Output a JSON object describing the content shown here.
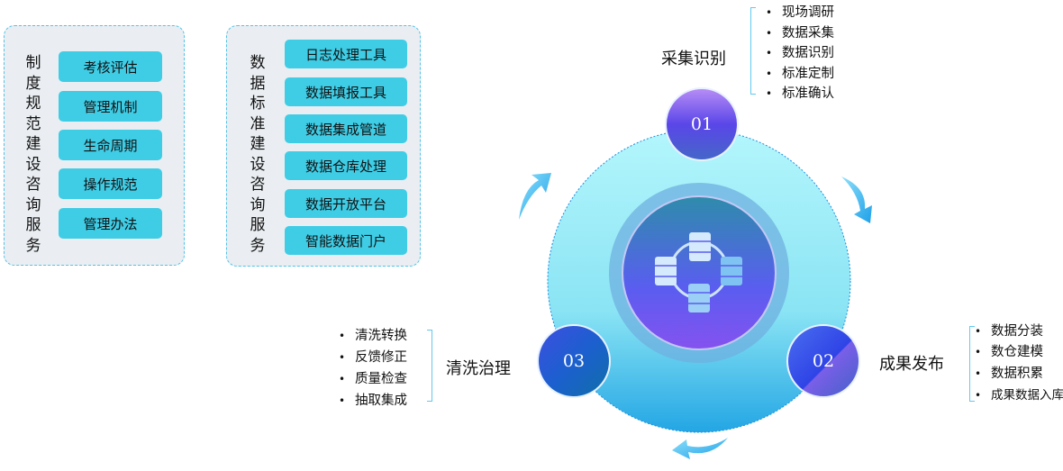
{
  "panel_left": {
    "title": "制度规范建设咨询服务",
    "items": [
      "考核评估",
      "管理机制",
      "生命周期",
      "操作规范",
      "管理办法"
    ]
  },
  "panel_right": {
    "title": "数据标准建设咨询服务",
    "items": [
      "日志处理工具",
      "数据填报工具",
      "数据集成管道",
      "数据仓库处理",
      "数据开放平台",
      "智能数据门户"
    ]
  },
  "stages": [
    {
      "number": "01",
      "label": "采集识别",
      "items": [
        "现场调研",
        "数据采集",
        "数据识别",
        "标准定制",
        "标准确认"
      ]
    },
    {
      "number": "02",
      "label": "成果发布",
      "items": [
        "数据分装",
        "数仓建模",
        "数据积累",
        "成果数据入库"
      ]
    },
    {
      "number": "03",
      "label": "清洗治理",
      "items": [
        "清洗转换",
        "反馈修正",
        "质量检查",
        "抽取集成"
      ]
    }
  ],
  "colors": {
    "accent": "#3fcde6",
    "ring": "#a8f2fb",
    "bubble": "#5a46e8"
  }
}
